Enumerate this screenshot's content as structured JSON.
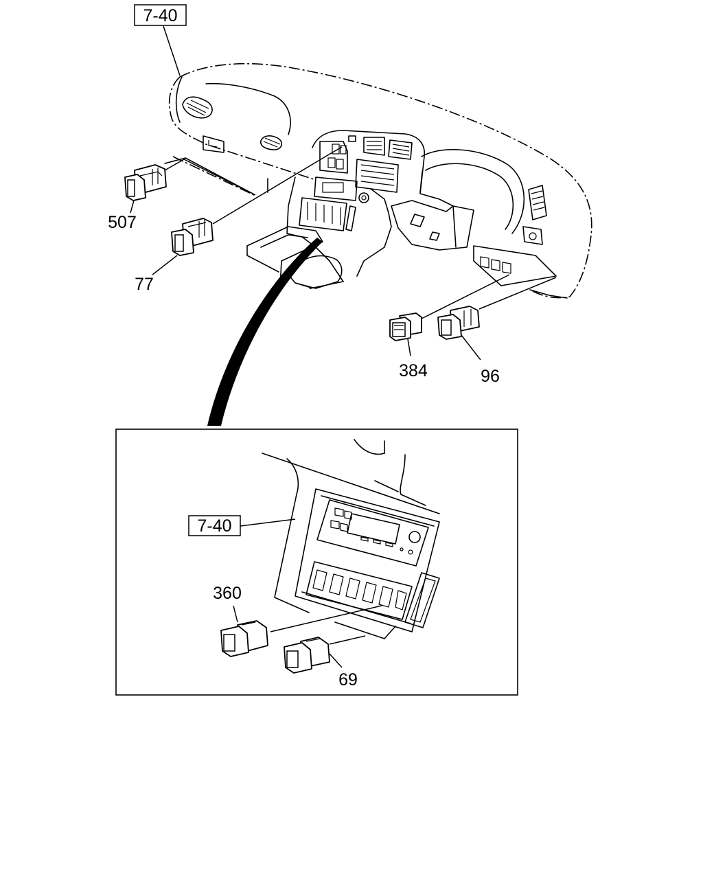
{
  "references": {
    "main_ref": "7-40",
    "inset_ref": "7-40"
  },
  "parts": {
    "p507": "507",
    "p77": "77",
    "p384": "384",
    "p96": "96",
    "p360": "360",
    "p69": "69"
  }
}
